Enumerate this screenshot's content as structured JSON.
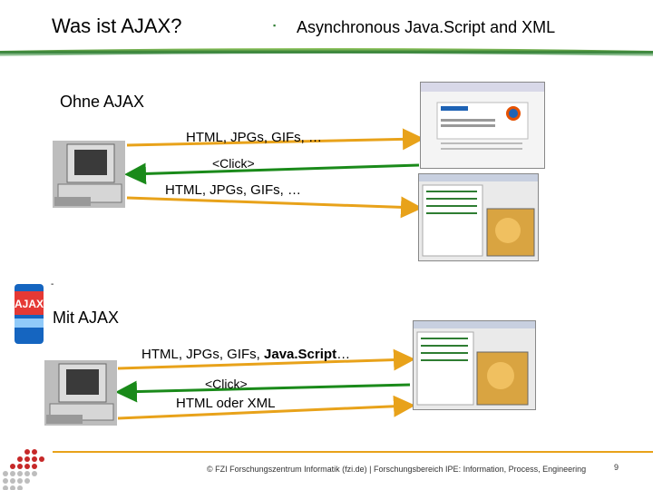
{
  "header": {
    "title": "Was ist AJAX?",
    "bullet": "▪",
    "subtitle": "Asynchronous Java.Script and XML"
  },
  "sections": {
    "ohne": {
      "heading": "Ohne AJAX",
      "arrow1_label": "HTML, JPGs, GIFs, …",
      "click_label": "<Click>",
      "arrow2_label": "HTML, JPGs, GIFs, …"
    },
    "mit": {
      "heading": "Mit AJAX",
      "arrow1_label_plain": "HTML, JPGs, GIFs, ",
      "arrow1_label_bold": "Java.Script",
      "arrow1_label_tail": "…",
      "click_label": "<Click>",
      "arrow2_label": "HTML oder XML"
    }
  },
  "footer": {
    "text": "© FZI Forschungszentrum Informatik (fzi.de) | Forschungsbereich IPE: Information, Process, Engineering",
    "page": "9"
  },
  "colors": {
    "green": "#1a8a1a",
    "orange": "#e8a21a",
    "band": "#2e7d32"
  }
}
